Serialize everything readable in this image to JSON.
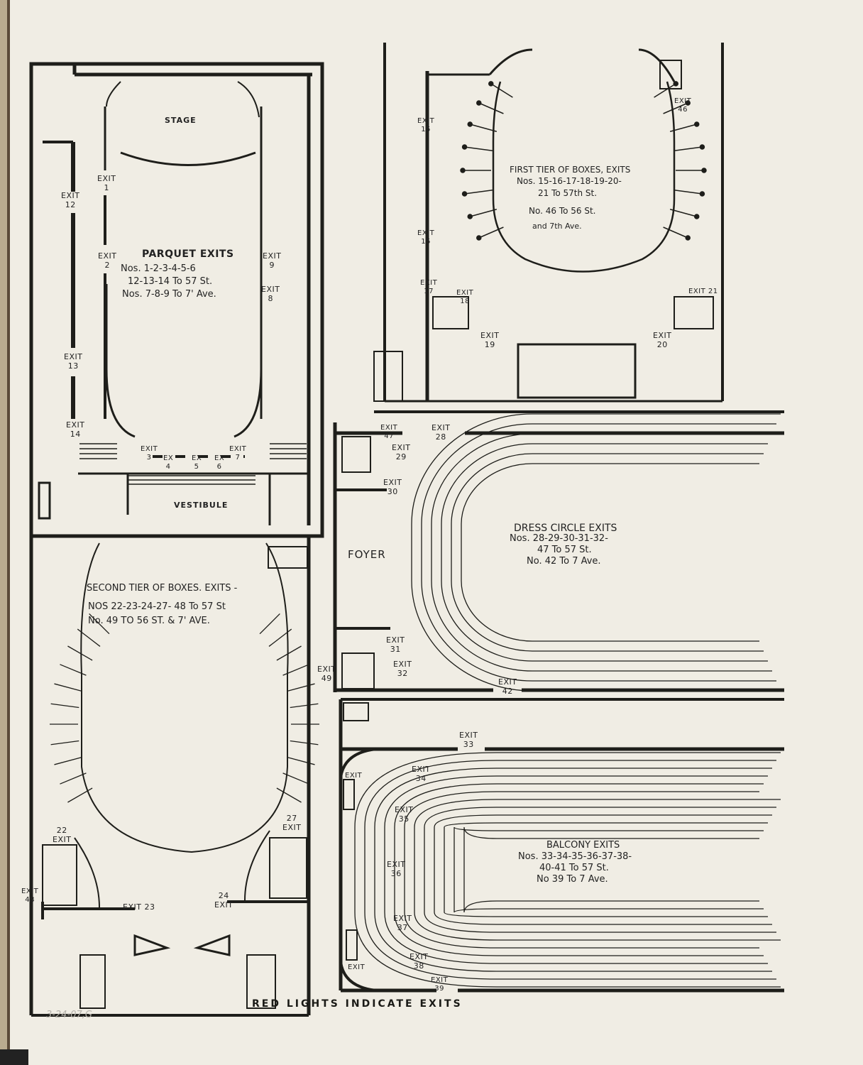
{
  "footer_note": "RED LIGHTS INDICATE EXITS",
  "pencil_annotation": "3-24-07,G",
  "parquet": {
    "room_stage": "STAGE",
    "room_vestibule": "VESTIBULE",
    "heading": "PARQUET EXITS",
    "lines": [
      "Nos. 1-2-3-4-5-6",
      "12-13-14 To 57 St.",
      "Nos. 7-8-9 To 7' Ave."
    ],
    "exits": {
      "e1": "EXIT\n1",
      "e2": "EXIT\n2",
      "e3": "EXIT\n3",
      "e4": "EX\n4",
      "e5": "EX\n5",
      "e6": "EX\n6",
      "e7": "EXIT\n7",
      "e8": "EXIT\n8",
      "e9": "EXIT\n9",
      "e12": "EXIT\n12",
      "e13": "EXIT\n13",
      "e14": "EXIT\n14"
    }
  },
  "first_tier": {
    "heading": "FIRST TIER OF BOXES, EXITS",
    "lines": [
      "Nos. 15-16-17-18-19-20-",
      "21 To 57th St.",
      "No. 46 To 56 St.",
      "and 7th Ave."
    ],
    "exits": {
      "e15a": "EXIT\n15",
      "e15b": "EXIT\n15",
      "e17": "EXIT\n17",
      "e18": "EXIT\n18",
      "e19": "EXIT\n19",
      "e20": "EXIT\n20",
      "e21": "EXIT 21",
      "e46": "EXIT\n46"
    }
  },
  "second_tier": {
    "heading": "SECOND TIER OF BOXES. EXITS -",
    "lines": [
      "NOS 22-23-24-27- 48 To 57 St",
      "No. 49 TO 56 ST. & 7' AVE."
    ],
    "exits": {
      "e22": "22\nEXIT",
      "e23": "EXIT 23",
      "e24": "24\nEXIT",
      "e27": "27\nEXIT",
      "e48": "EXIT\n48",
      "e49": "EXIT\n49"
    }
  },
  "dress_circle": {
    "room_foyer": "FOYER",
    "heading": "DRESS CIRCLE EXITS",
    "lines": [
      "Nos. 28-29-30-31-32-",
      "47 To 57 St.",
      "No. 42 To 7 Ave."
    ],
    "exits": {
      "e28": "EXIT\n28",
      "e29": "EXIT\n29",
      "e30": "EXIT\n30",
      "e31": "EXIT\n31",
      "e32": "EXIT\n32",
      "e42": "EXIT\n42",
      "e47": "EXIT\n47"
    }
  },
  "balcony": {
    "heading": "BALCONY EXITS",
    "lines": [
      "Nos. 33-34-35-36-37-38-",
      "40-41 To 57 St.",
      "No 39 To 7 Ave."
    ],
    "exits": {
      "e33": "EXIT\n33",
      "e34": "EXIT\n34",
      "e35": "EXIT\n35",
      "e36": "EXIT\n36",
      "e37": "EXIT\n37",
      "e38": "EXIT\n38",
      "e39": "EXIT\n39",
      "etop": "EXIT",
      "ebottom": "EXIT"
    }
  }
}
